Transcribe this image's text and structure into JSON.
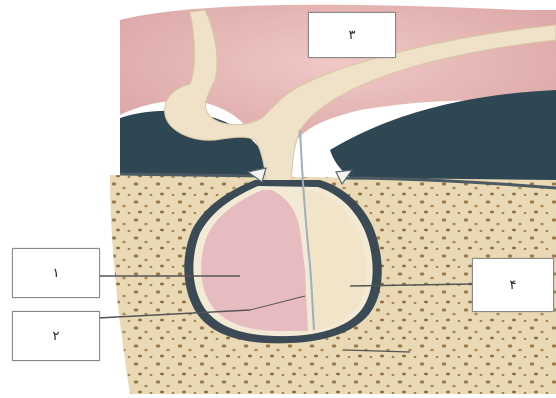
{
  "diagram": {
    "labels": {
      "top": "۳",
      "left_upper": "۱",
      "left_lower": "۲",
      "right": "۴"
    },
    "colors": {
      "bone_bg": "#e9d7b2",
      "bone_spots": "#9a7a48",
      "brain_pink": "#e7b6b4",
      "stalk": "#efe2c8",
      "dark_space": "#2e4350",
      "capsule": "#3b4a55",
      "anterior_lobe": "#e6b9bd",
      "posterior_lobe": "#f1e4c9"
    }
  }
}
